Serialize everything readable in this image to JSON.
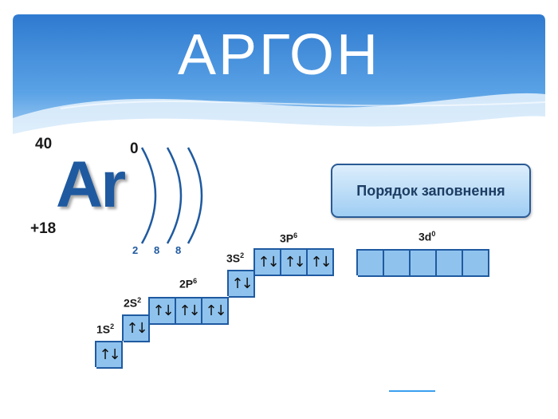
{
  "title": "АРГОН",
  "element": {
    "symbol": "Ar",
    "mass_number": "40",
    "nuclear_charge": "+18",
    "oxidation_state": "0",
    "shells": [
      "2",
      "8",
      "8"
    ]
  },
  "button": {
    "label": "Порядок заповнення"
  },
  "orbitals": [
    {
      "id": "1s",
      "name": "1S",
      "sup": "2",
      "cells": [
        "↑↓"
      ]
    },
    {
      "id": "2s",
      "name": "2S",
      "sup": "2",
      "cells": [
        "↑↓"
      ]
    },
    {
      "id": "2p",
      "name": "2P",
      "sup": "6",
      "cells": [
        "↑↓",
        "↑↓",
        "↑↓"
      ]
    },
    {
      "id": "3s",
      "name": "3S",
      "sup": "2",
      "cells": [
        "↑↓"
      ]
    },
    {
      "id": "3p",
      "name": "3P",
      "sup": "6",
      "cells": [
        "↑↓",
        "↑↓",
        "↑↓"
      ]
    },
    {
      "id": "3d",
      "name": "3d",
      "sup": "0",
      "cells": [
        "",
        "",
        "",
        "",
        ""
      ]
    }
  ],
  "colors": {
    "accent": "#1f5aa0",
    "cell_fill": "#8fc3ee",
    "banner_top": "#2f7ad0",
    "banner_bottom": "#dcedfb"
  }
}
